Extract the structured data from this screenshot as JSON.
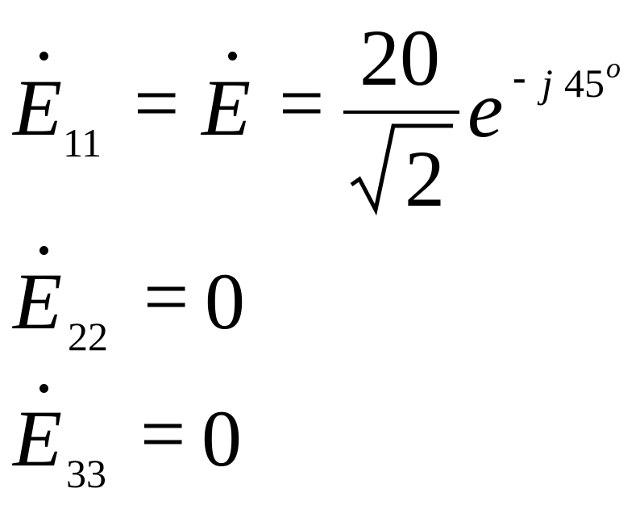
{
  "equations": [
    {
      "symbol": "E",
      "subscript": "11",
      "equals": "=",
      "rhs_symbol": "E",
      "equals2": "=",
      "numerator": "20",
      "radicand": "2",
      "exp_base": "e",
      "exp_sign": "-",
      "exp_j": "j",
      "exp_angle": "45",
      "exp_degree": "o"
    },
    {
      "symbol": "E",
      "subscript": "22",
      "equals": "=",
      "value": "0"
    },
    {
      "symbol": "E",
      "subscript": "33",
      "equals": "=",
      "value": "0"
    }
  ]
}
